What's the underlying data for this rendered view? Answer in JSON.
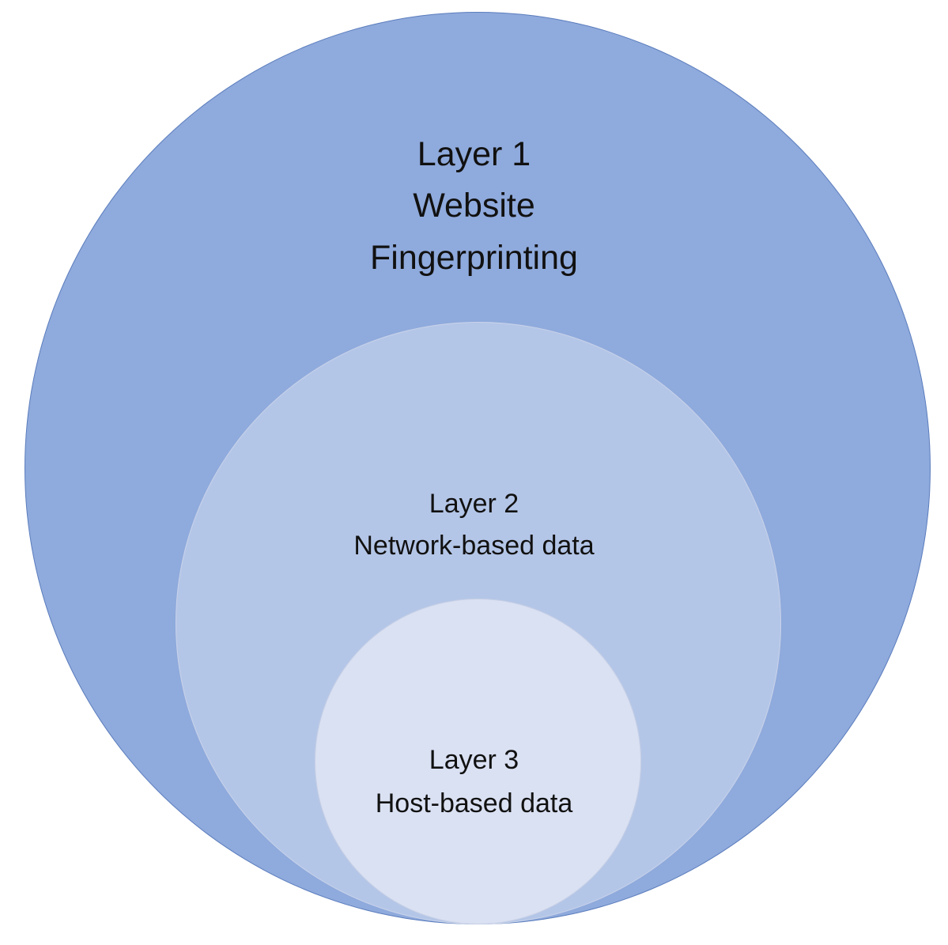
{
  "layers": [
    {
      "title": "Layer 1",
      "lines": [
        "Website",
        "Fingerprinting"
      ],
      "fill": "#8faadc"
    },
    {
      "title": "Layer 2",
      "lines": [
        "Network-based data"
      ],
      "fill": "#b4c6e7"
    },
    {
      "title": "Layer 3",
      "lines": [
        "Host-based data"
      ],
      "fill": "#dae1f3"
    }
  ]
}
